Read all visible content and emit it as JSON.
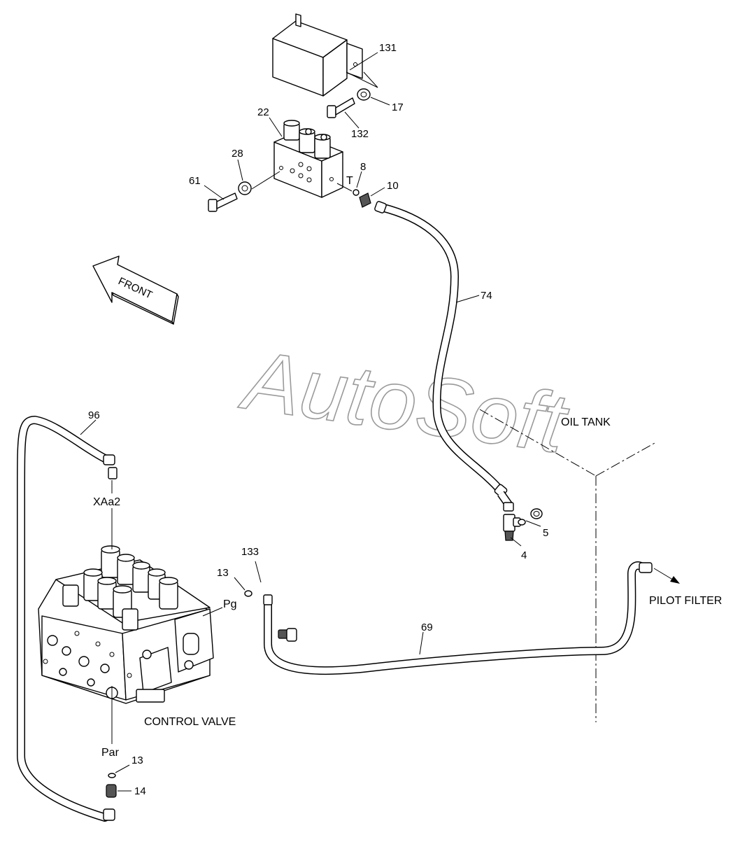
{
  "watermark": "AutoSoft",
  "front_arrow": {
    "label": "FRONT"
  },
  "region_labels": {
    "oil_tank": "OIL TANK",
    "pilot_filter": "PILOT FILTER",
    "control_valve": "CONTROL VALVE"
  },
  "port_labels": {
    "T": "T",
    "Pg": "Pg",
    "XAa2": "XAa2",
    "Par": "Par"
  },
  "callouts": {
    "c131": "131",
    "c17": "17",
    "c132": "132",
    "c22": "22",
    "c28": "28",
    "c61": "61",
    "c8": "8",
    "c10": "10",
    "c74": "74",
    "c96": "96",
    "c5": "5",
    "c4": "4",
    "c133": "133",
    "c13a": "13",
    "c69": "69",
    "c13b": "13",
    "c14": "14"
  }
}
